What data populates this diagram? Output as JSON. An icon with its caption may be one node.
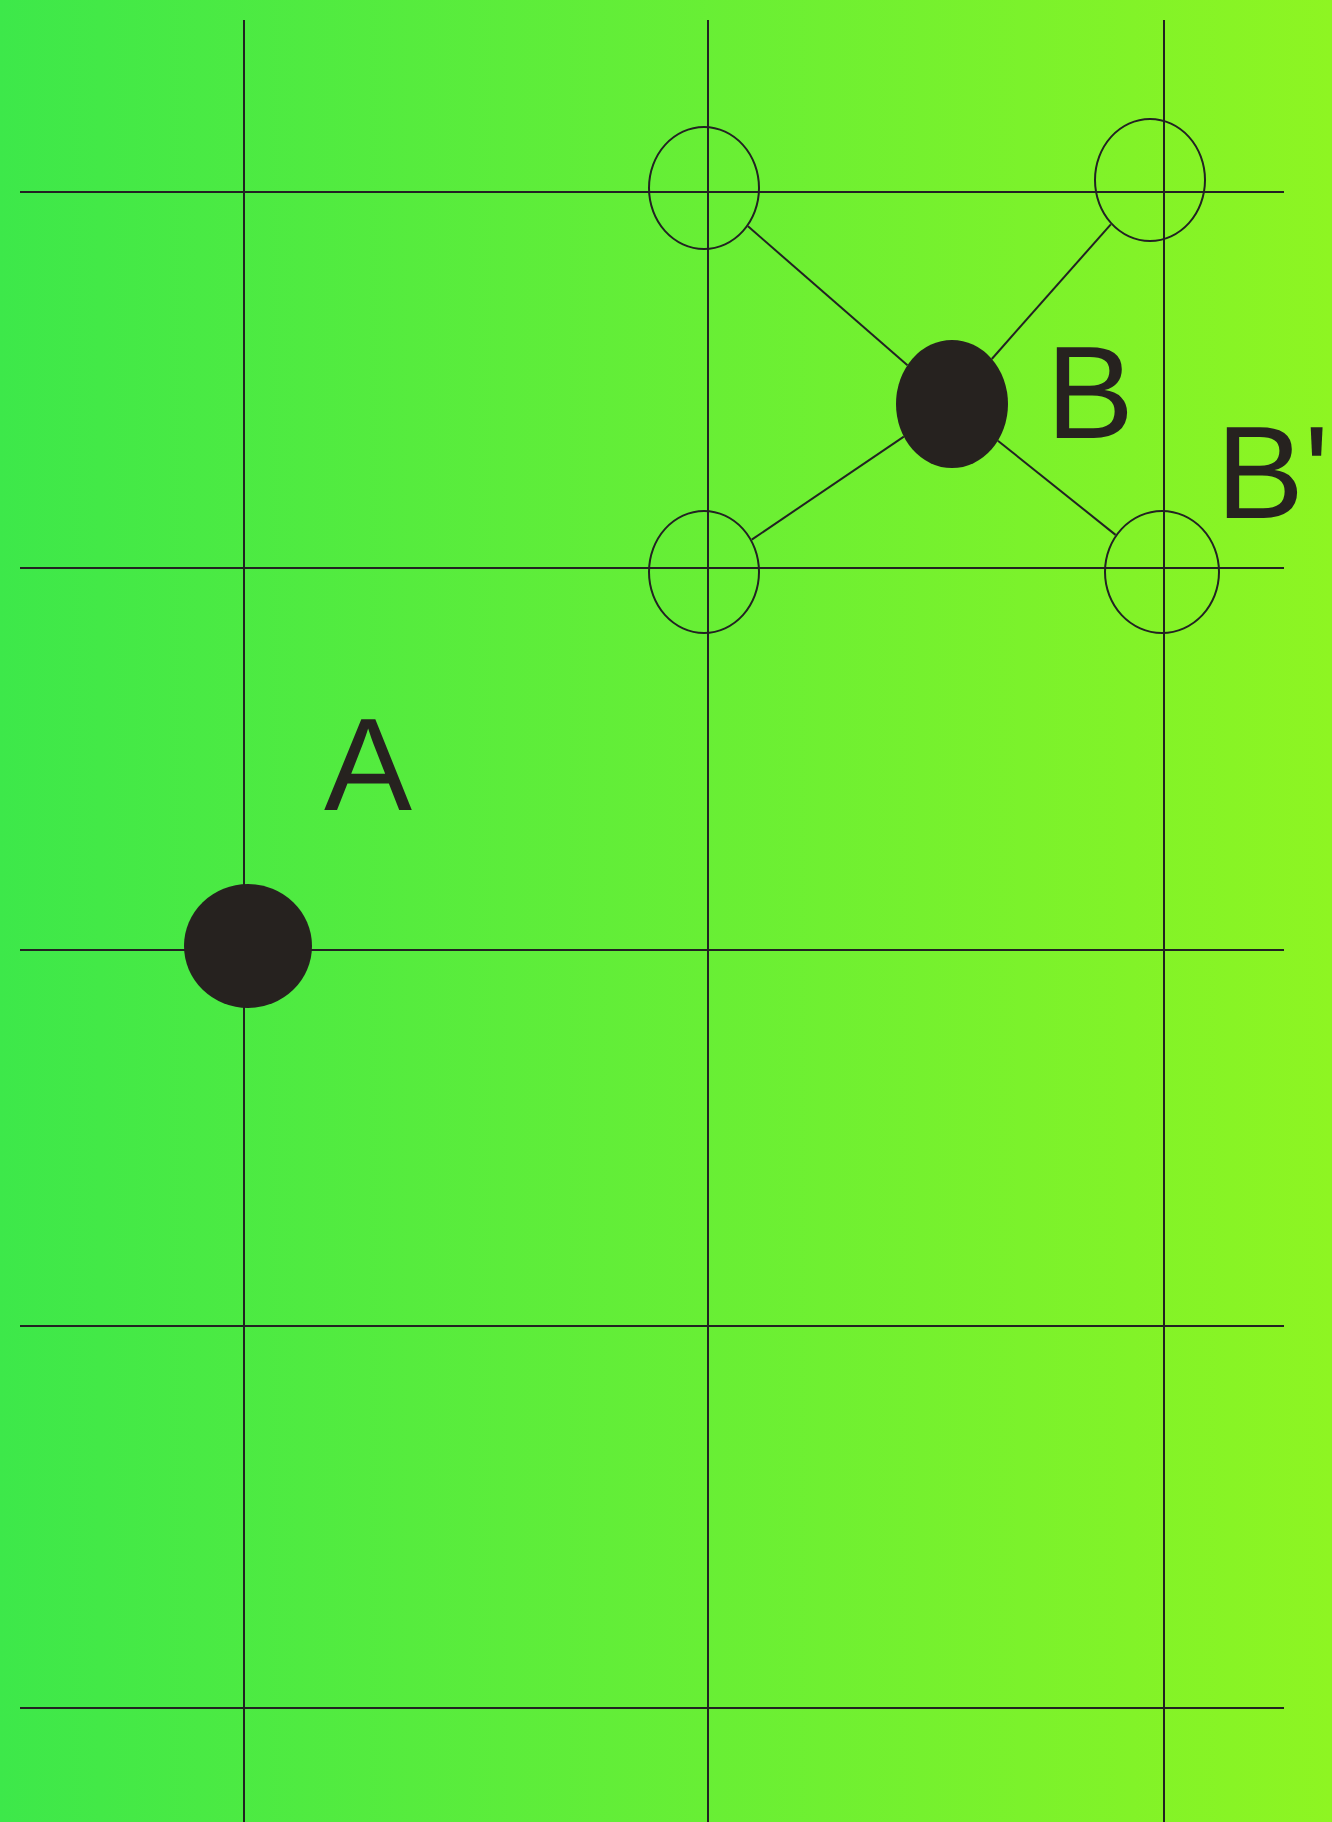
{
  "diagram": {
    "nodes": [
      {
        "text": [],
        "shape": "circle"
      },
      {
        "text": [],
        "shape": "circle"
      },
      {
        "text": [],
        "shape": "circle",
        "beside": [
          "B"
        ]
      },
      {
        "text": [],
        "shape": "circle"
      },
      {
        "text": [],
        "shape": "circle"
      },
      {
        "text": [],
        "shape": "circle",
        "beside": [
          "A"
        ]
      }
    ],
    "edges": [
      {
        "from": 2,
        "to": 0,
        "arrow": "none"
      },
      {
        "from": 2,
        "to": 1,
        "arrow": "none"
      },
      {
        "from": 2,
        "to": 3,
        "arrow": "none"
      },
      {
        "from": 2,
        "to": 4,
        "arrow": "none"
      }
    ],
    "labels": [
      "B'"
    ]
  }
}
